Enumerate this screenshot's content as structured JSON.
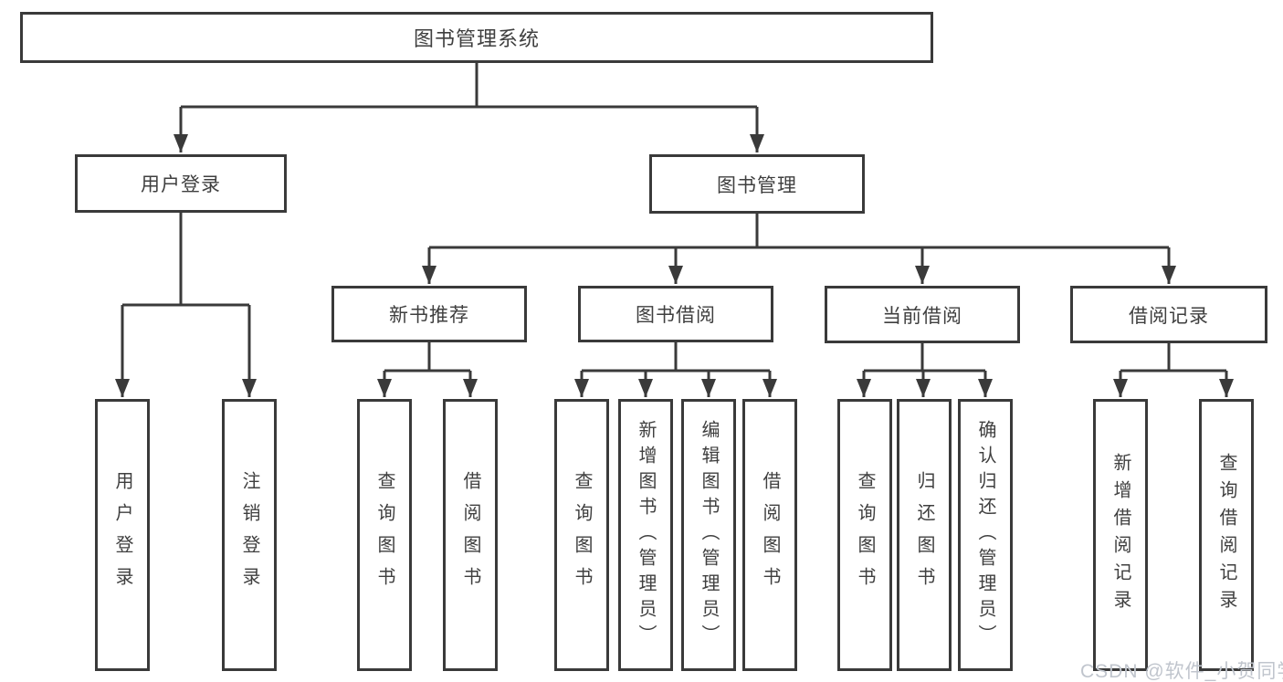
{
  "diagram": {
    "root_label": "图书管理系统",
    "branches": [
      {
        "label": "用户登录",
        "leaves": [
          "用户登录",
          "注销登录"
        ]
      },
      {
        "label": "图书管理",
        "groups": [
          {
            "label": "新书推荐",
            "leaves": [
              "查询图书",
              "借阅图书"
            ]
          },
          {
            "label": "图书借阅",
            "leaves": [
              "查询图书",
              "新增图书（管理员）",
              "编辑图书（管理员）",
              "借阅图书"
            ]
          },
          {
            "label": "当前借阅",
            "leaves": [
              "查询图书",
              "归还图书",
              "确认归还（管理员）"
            ]
          },
          {
            "label": "借阅记录",
            "leaves": [
              "新增借阅记录",
              "查询借阅记录"
            ]
          }
        ]
      }
    ]
  },
  "watermark": {
    "text": "CSDN @软件_小贺同学"
  },
  "colors": {
    "line": "#3a3a3a",
    "text": "#3f3f3f",
    "watermark": "#c0c5cd",
    "background": "#ffffff"
  }
}
